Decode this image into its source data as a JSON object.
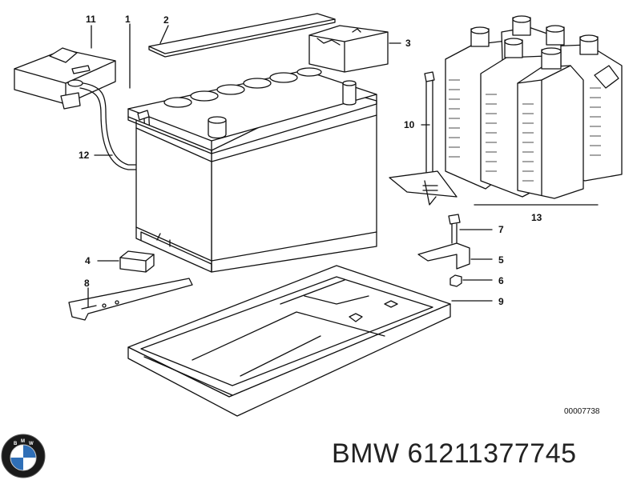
{
  "callouts": [
    "1",
    "2",
    "3",
    "4",
    "5",
    "6",
    "7",
    "8",
    "9",
    "10",
    "11",
    "12",
    "13"
  ],
  "diagram_code": "00007738",
  "logo": {
    "icon": "bmw-roundel-icon",
    "lettering": "BMW",
    "colors": {
      "blue": "#2f6fb7",
      "white": "#ffffff",
      "ring": "#1a1a1a"
    }
  },
  "footer": {
    "brand": "BMW",
    "part_number": "61211377745"
  }
}
